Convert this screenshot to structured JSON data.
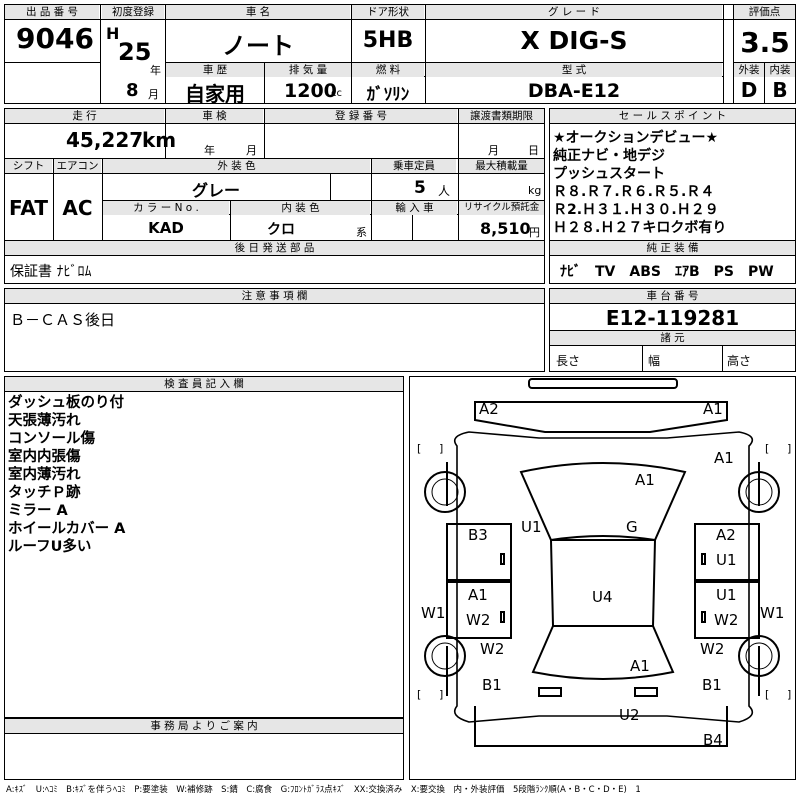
{
  "headers": {
    "lot_no": "出 品 番 号",
    "first_reg": "初度登録",
    "model_name": "車 名",
    "door": "ドア形状",
    "grade": "グ レ ー ド",
    "score": "評価点",
    "history": "車 歴",
    "displacement": "排 気 量",
    "fuel": "燃 料",
    "model_code": "型 式",
    "ext": "外装",
    "int": "内装",
    "mileage": "走 行",
    "inspection": "車 検",
    "reg_no": "登 録 番 号",
    "transfer": "譲渡書類期限",
    "sales_points": "セ ー ル ス ポ イ ン ト",
    "shift": "シフト",
    "aircon": "エアコン",
    "ext_color": "外 装 色",
    "capacity": "乗車定員",
    "max_load": "最大積載量",
    "color_no": "カ ラ ー N o .",
    "int_color": "内 装 色",
    "import": "輸 入 車",
    "recycle": "リサイクル預託金",
    "later_parts": "後 日 発 送 部 品",
    "std_equip": "純 正 装 備",
    "notes": "注 意 事 項 欄",
    "chassis_no": "車 台 番 号",
    "specs": "諸 元",
    "inspector": "検 査 員 記 入 欄",
    "office": "事 務 局 よ り ご 案 内"
  },
  "lot": {
    "number": "9046"
  },
  "first_registration": {
    "era": "H",
    "year": "25",
    "year_unit": "年",
    "month": "8",
    "month_unit": "月"
  },
  "car": {
    "name": "ノート",
    "door": "5HB",
    "grade": "X DIG-S",
    "model_code": "DBA-E12"
  },
  "score": {
    "overall": "3.5",
    "exterior": "D",
    "interior": "B"
  },
  "history": {
    "value": "自家用"
  },
  "displacement": {
    "value": "1200",
    "unit": "cc"
  },
  "fuel": {
    "value": "ｶﾞｿﾘﾝ"
  },
  "mileage": {
    "value": "45,227",
    "unit": "km"
  },
  "inspection": {
    "year_unit": "年",
    "month_unit": "月"
  },
  "transfer": {
    "month_unit": "月",
    "day_unit": "日"
  },
  "sales_points": [
    "★オークションデビュー★",
    "純正ナビ・地デジ",
    "プッシュスタート",
    "Ｒ８.Ｒ７.Ｒ６.Ｒ５.Ｒ４",
    "Ｒ2.Ｈ３１.Ｈ３０.Ｈ２９",
    "Ｈ２８.Ｈ２７キロクボ有り"
  ],
  "shift": "FAT",
  "aircon": "AC",
  "ext_color": "グレー",
  "capacity": {
    "value": "5",
    "unit": "人"
  },
  "max_load": {
    "unit": "kg"
  },
  "color_no": "KAD",
  "int_color": {
    "value": "クロ",
    "suffix": "系"
  },
  "recycle": {
    "value": "8,510",
    "unit": "円"
  },
  "later_parts": "保証書 ﾅﾋﾞﾛﾑ",
  "std_equip": "ﾅﾋﾞ　TV　ABS　ｴｱB　PS　PW",
  "notes": "Ｂ－ＣＡＳ後日",
  "chassis_no": "E12-119281",
  "specs": {
    "length": "長さ",
    "width": "幅",
    "height": "高さ"
  },
  "inspector_notes": [
    "ダッシュ板のり付",
    "天張薄汚れ",
    "コンソール傷",
    "室内内張傷",
    "室内薄汚れ",
    "タッチＰ跡",
    "ミラー A",
    "ホイールカバー A",
    "ルーフU多い"
  ],
  "legend": "A:ｷｽﾞ　U:ﾍｺﾐ　B:ｷｽﾞを伴うﾍｺﾐ　P:要塗装　W:補修跡　S:錆　C:腐食　G:ﾌﾛﾝﾄｶﾞﾗｽ点ｷｽﾞ　XX:交換済み　X:要交換　内・外装評価　5段階ﾗﾝｸ順(A・B・C・D・E)　1",
  "diagram_marks": [
    "A2",
    "A1",
    "A1",
    "A1",
    "U1",
    "G",
    "B3",
    "A2",
    "U1",
    "A1",
    "U4",
    "U1",
    "W1",
    "W2",
    "W2",
    "W1",
    "W2",
    "W2",
    "A1",
    "B1",
    "B1",
    "U2",
    "B4"
  ]
}
